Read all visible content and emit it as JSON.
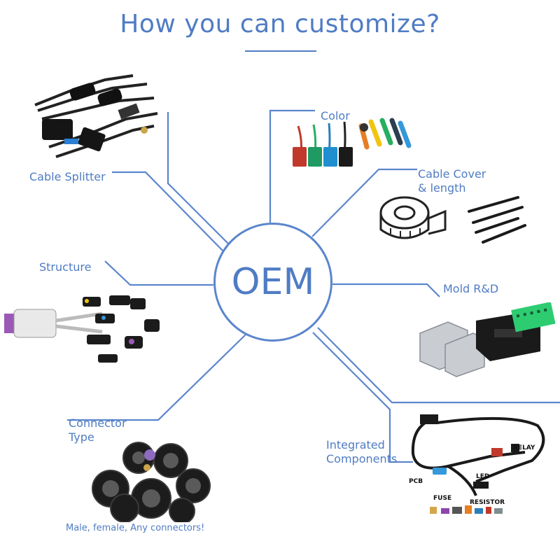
{
  "title": "How you can customize?",
  "hub": "OEM",
  "labels": {
    "color": "Color",
    "cable_cover": "Cable Cover\n& length",
    "mold": "Mold R&D",
    "integrated": "Integrated\nComponents",
    "connector_type": "Connector\nType",
    "structure": "Structure",
    "cable_splitter": "Cable Splitter"
  },
  "connector_note": "Male, female, Any connectors!",
  "component_tags": {
    "relay": "RELAY",
    "led": "LED",
    "pcb": "PCB",
    "fuse": "FUSE",
    "resistor": "RESISTOR"
  },
  "colors": {
    "accent": "#4f7cc4",
    "line": "#5b86cc"
  }
}
